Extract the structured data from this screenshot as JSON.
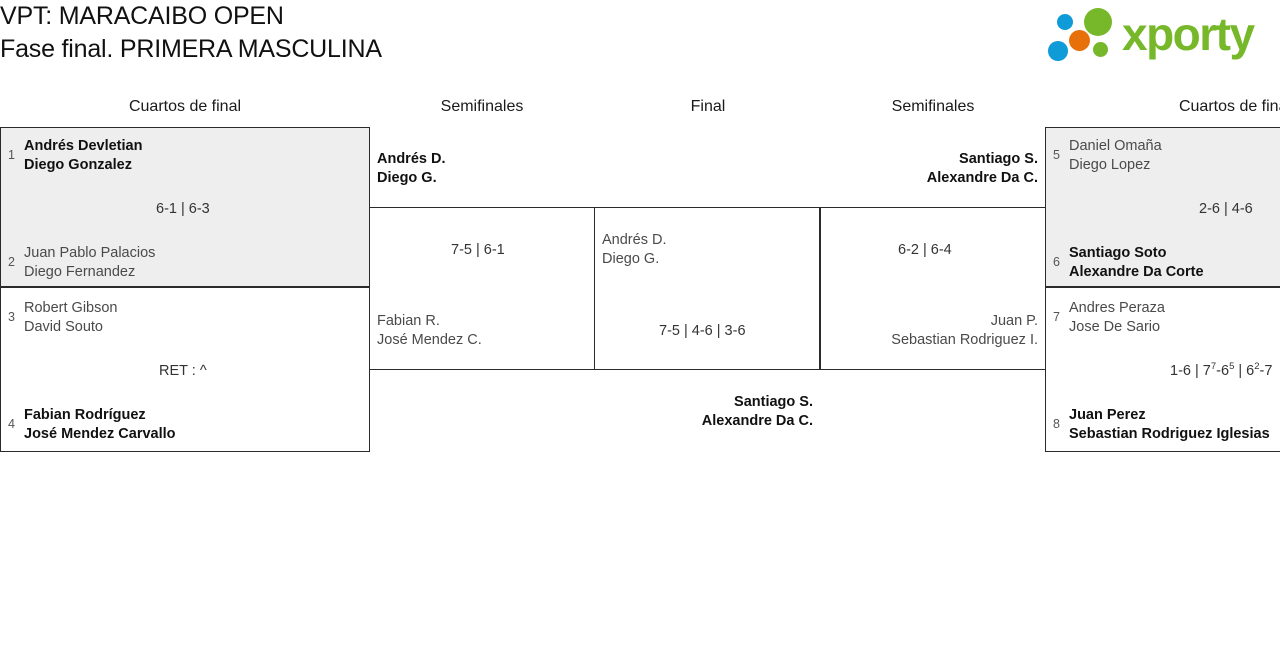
{
  "header": {
    "title_line1": "VPT: MARACAIBO OPEN",
    "title_line2": "Fase final. PRIMERA MASCULINA",
    "logo": {
      "wordmark": "xporty",
      "colors": {
        "green": "#77b82a",
        "orange": "#e8700a",
        "blue": "#0f9bd7"
      },
      "dots": [
        {
          "name": "blue-small-top",
          "color": "#0f9bd7"
        },
        {
          "name": "green-large",
          "color": "#77b82a"
        },
        {
          "name": "orange-medium",
          "color": "#e8700a"
        },
        {
          "name": "blue-medium-bottom",
          "color": "#0f9bd7"
        },
        {
          "name": "green-small",
          "color": "#77b82a"
        }
      ]
    }
  },
  "rounds": [
    {
      "id": "qf-left",
      "label": "Cuartos de final"
    },
    {
      "id": "sf-left",
      "label": "Semifinales"
    },
    {
      "id": "final",
      "label": "Final"
    },
    {
      "id": "sf-right",
      "label": "Semifinales"
    },
    {
      "id": "qf-right",
      "label": "Cuartos de final"
    }
  ],
  "matches": {
    "qf1": {
      "score": "6-1 | 6-3",
      "top": {
        "seed": "1",
        "line1": "Andrés Devletian",
        "line2": "Diego Gonzalez",
        "winner": true
      },
      "bottom": {
        "seed": "2",
        "line1": "Juan Pablo Palacios",
        "line2": "Diego Fernandez",
        "winner": false
      }
    },
    "qf2": {
      "score": "RET : ^",
      "top": {
        "seed": "3",
        "line1": "Robert Gibson",
        "line2": "David Souto",
        "winner": false
      },
      "bottom": {
        "seed": "4",
        "line1": "Fabian Rodríguez",
        "line2": "José Mendez Carvallo",
        "winner": true
      }
    },
    "sf_left": {
      "score": "7-5 | 6-1",
      "top": {
        "line1": "Andrés D.",
        "line2": "Diego G.",
        "winner": true
      },
      "bottom": {
        "line1": "Fabian R.",
        "line2": "José Mendez C.",
        "winner": false
      }
    },
    "final": {
      "score": "7-5 | 4-6 | 3-6",
      "top": {
        "line1": "Andrés D.",
        "line2": "Diego G.",
        "winner": false
      },
      "bottom": {
        "line1": "Santiago S.",
        "line2": "Alexandre Da C.",
        "winner": true
      }
    },
    "sf_right": {
      "score": "6-2 | 6-4",
      "top": {
        "line1": "Santiago S.",
        "line2": "Alexandre Da C.",
        "winner": true
      },
      "bottom": {
        "line1": "Juan P.",
        "line2": "Sebastian Rodriguez I.",
        "winner": false
      }
    },
    "qf3": {
      "score": "2-6 | 4-6",
      "top": {
        "seed": "5",
        "line1": "Daniel Omaña",
        "line2": "Diego Lopez",
        "winner": false
      },
      "bottom": {
        "seed": "6",
        "line1": "Santiago Soto",
        "line2": "Alexandre Da Corte",
        "winner": true
      }
    },
    "qf4": {
      "score_parts": [
        {
          "main": "1-6 | 7",
          "sup": "7"
        },
        {
          "main": "-6",
          "sup": "5"
        },
        {
          "main": " | 6",
          "sup": "2"
        },
        {
          "main": "-7",
          "sup": ""
        }
      ],
      "score_plain": "1-6 | 7⁷-6⁵ | 6²-7",
      "top": {
        "seed": "7",
        "line1": "Andres Peraza",
        "line2": "Jose De Sario",
        "winner": false
      },
      "bottom": {
        "seed": "8",
        "line1": "Juan Perez",
        "line2": "Sebastian Rodriguez Iglesias",
        "winner": true
      }
    }
  }
}
